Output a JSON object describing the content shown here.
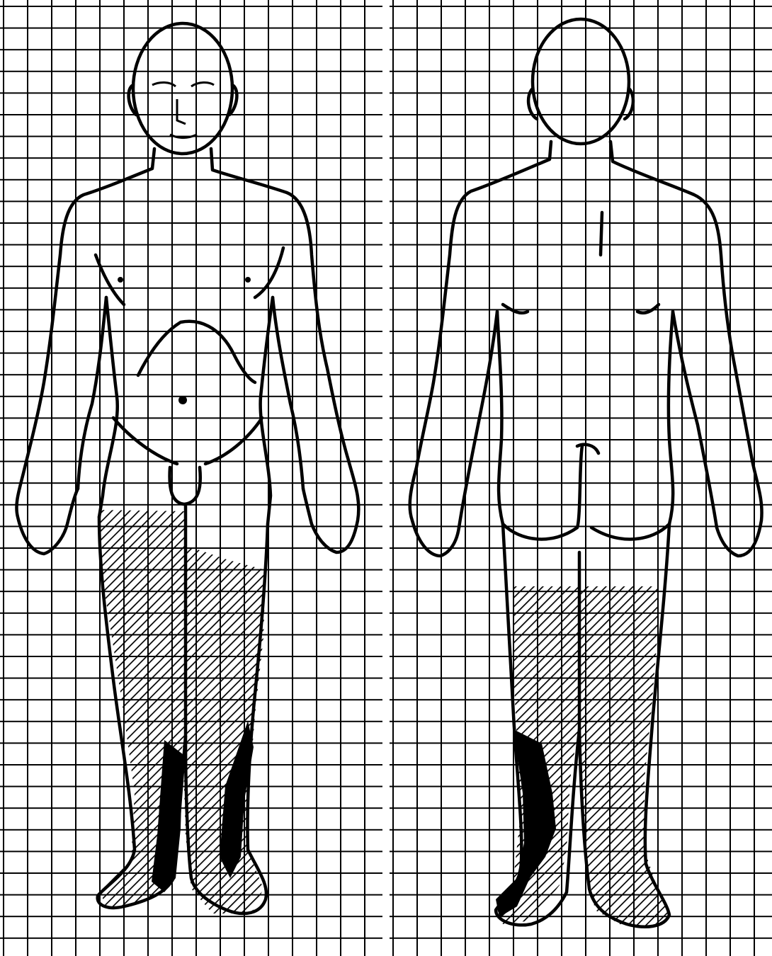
{
  "figure": {
    "panels": [
      {
        "id": "front",
        "view": "anterior",
        "regions": [
          {
            "name": "upper-legs",
            "fill": "hatched"
          },
          {
            "name": "right-shin",
            "fill": "solid"
          },
          {
            "name": "left-shin",
            "fill": "solid"
          },
          {
            "name": "feet",
            "fill": "hatched"
          }
        ]
      },
      {
        "id": "back",
        "view": "posterior",
        "regions": [
          {
            "name": "thighs-and-calves",
            "fill": "hatched"
          },
          {
            "name": "left-calf",
            "fill": "solid"
          },
          {
            "name": "feet",
            "fill": "hatched"
          }
        ]
      }
    ],
    "colors": {
      "ink": "#000000",
      "paper": "#ffffff"
    },
    "grid": true
  }
}
